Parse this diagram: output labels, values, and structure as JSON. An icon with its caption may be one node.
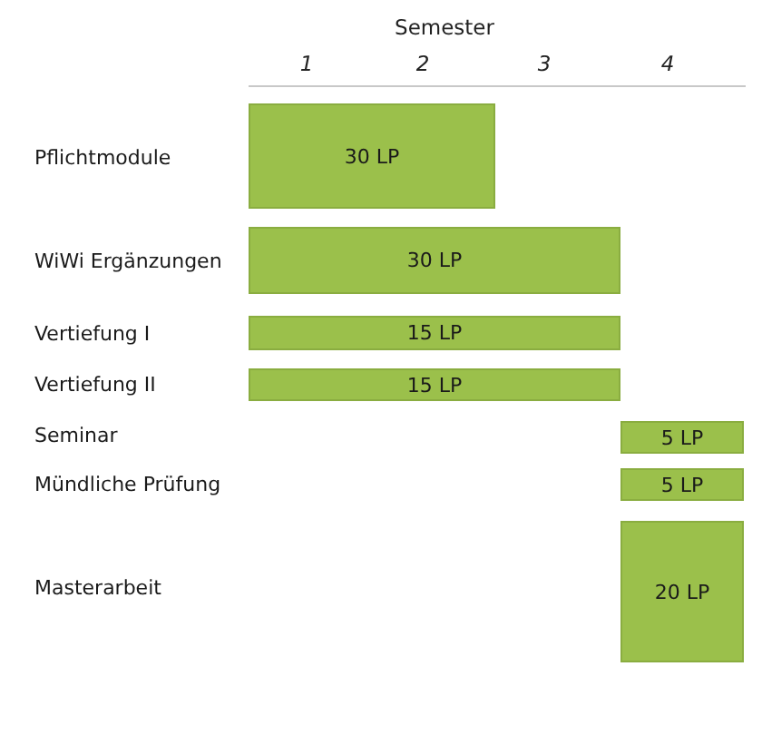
{
  "diagram": {
    "title": "Semester",
    "labels": [
      "1",
      "2",
      "3",
      "4",
      "Pflichtmodule",
      "WiWi Ergänzungen",
      "Vertiefung I",
      "Vertiefung II",
      "Seminar",
      "Mündliche Prüfung",
      "Masterarbeit"
    ],
    "nodes": [
      {
        "text": [
          "30 LP"
        ]
      },
      {
        "text": [
          "30 LP"
        ]
      },
      {
        "text": [
          "15 LP"
        ]
      },
      {
        "text": [
          "15 LP"
        ]
      },
      {
        "text": [
          "5 LP"
        ]
      },
      {
        "text": [
          "5 LP"
        ]
      },
      {
        "text": [
          "20 LP"
        ]
      }
    ]
  }
}
